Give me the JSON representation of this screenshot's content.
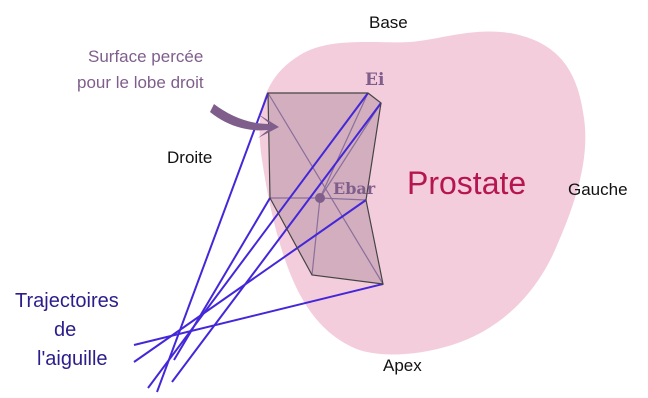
{
  "labels": {
    "base": "Base",
    "apex": "Apex",
    "right": "Droite",
    "left": "Gauche",
    "organ": "Prostate",
    "entry_point": "Ei",
    "barycenter": "Ebar",
    "surface_line1": "Surface percée",
    "surface_line2": "pour le lobe droit",
    "trajectories_line1": "Trajectoires",
    "trajectories_line2": "de",
    "trajectories_line3": "l'aiguille"
  },
  "colors": {
    "prostate_fill": "#f4cddd",
    "surface_fill": "#d3aebe",
    "needle_lines": "#4427d8",
    "mesh_lines": "#8a6f9c",
    "outline": "#444444",
    "annotation_purple": "#7f5e8c",
    "organ_label": "#b5164f",
    "trajectory_label": "#2b1e8c",
    "text": "#111111"
  }
}
